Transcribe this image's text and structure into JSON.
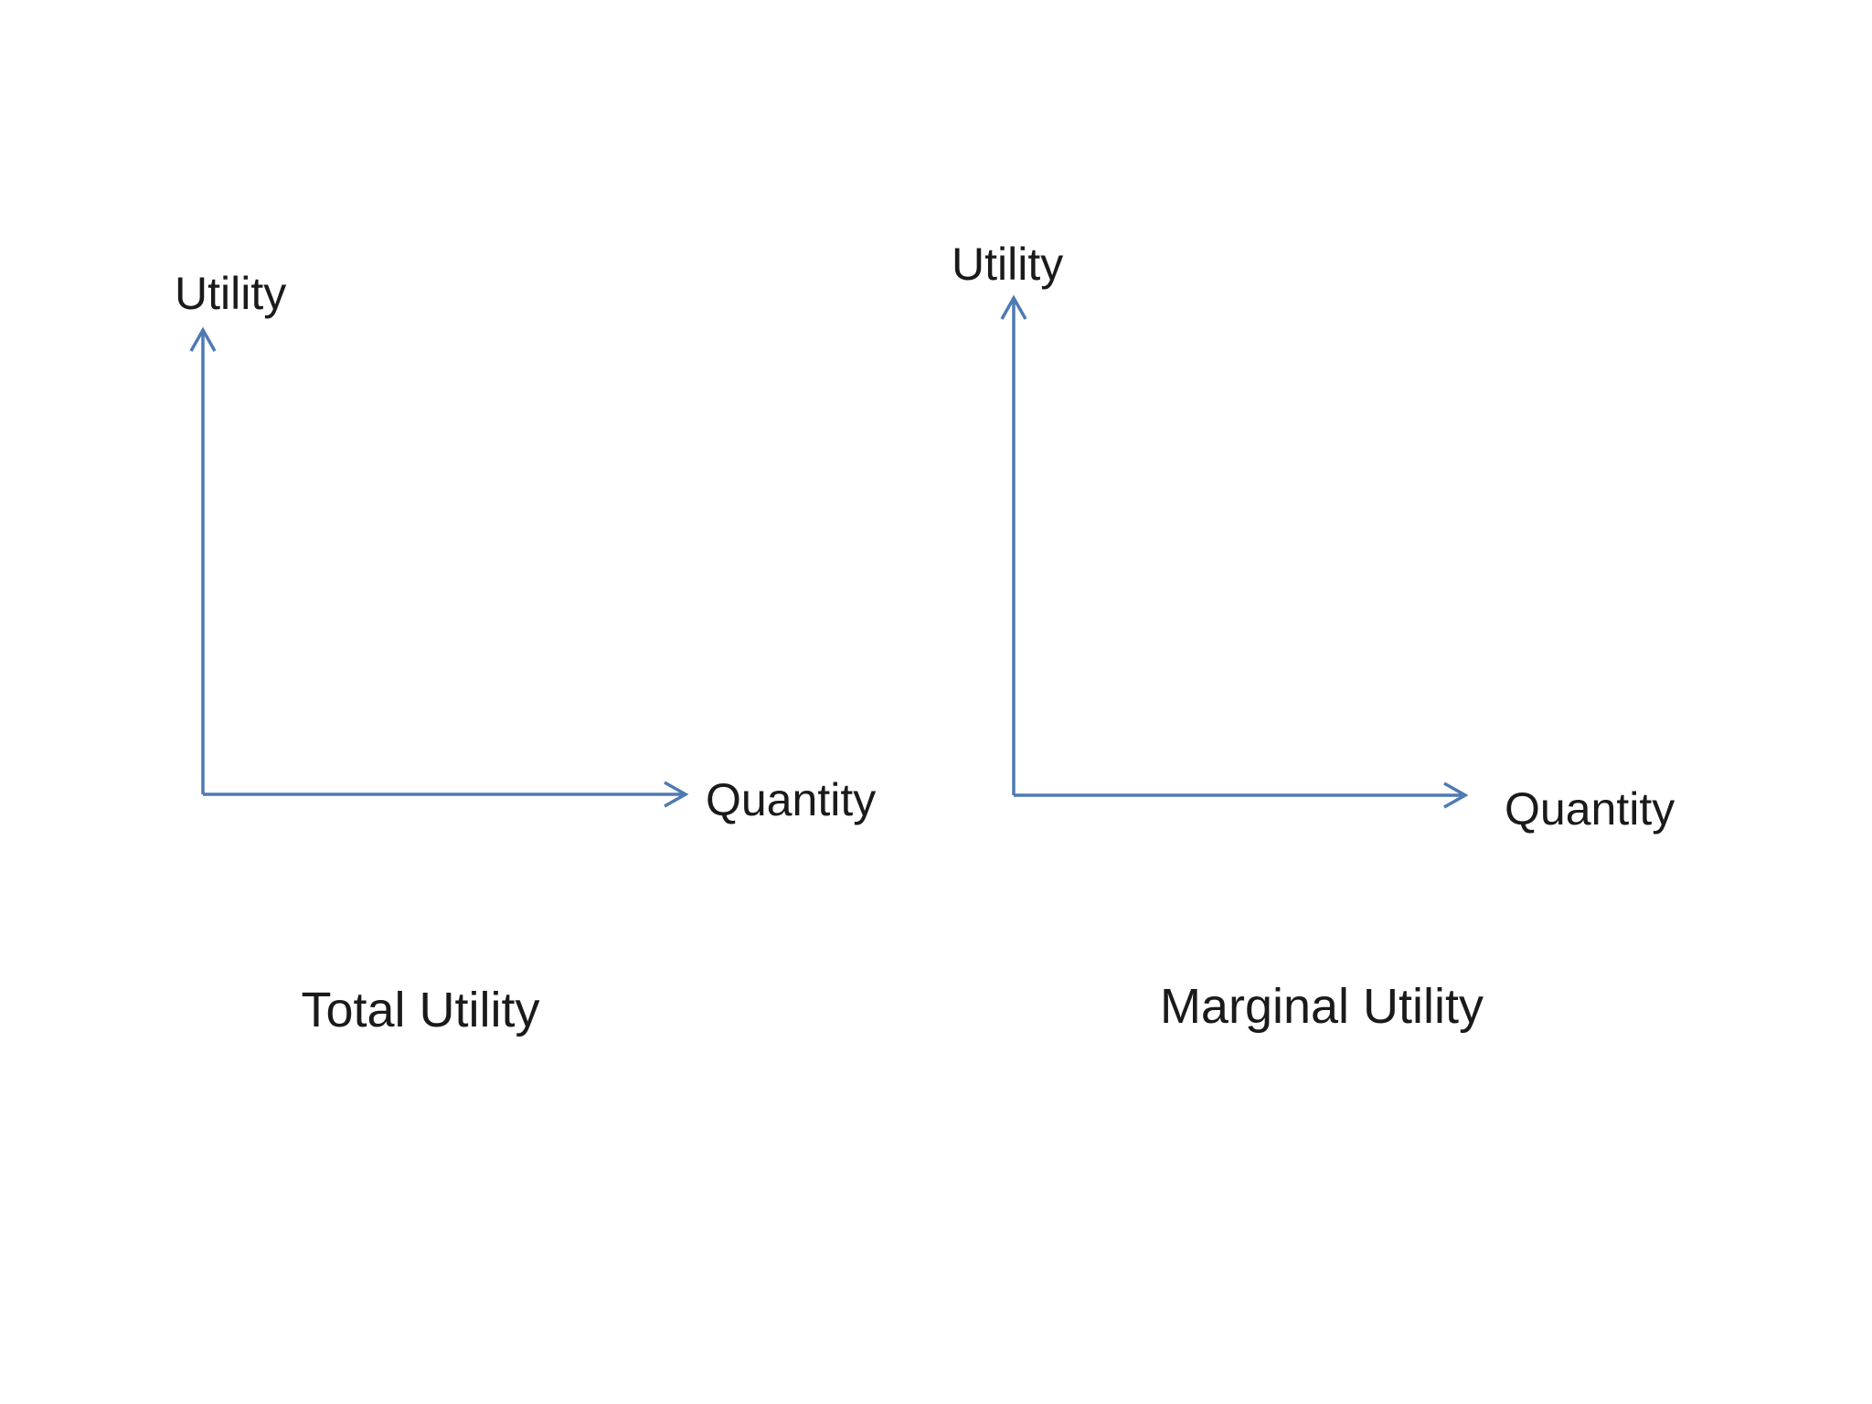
{
  "slide": {
    "background_color": "#ffffff",
    "accent_color": "#4e7ab3",
    "text_color": "#1a1a1a"
  },
  "charts": [
    {
      "caption": "Total Utility",
      "y_axis_label": "Utility",
      "x_axis_label": "Quantity"
    },
    {
      "caption": "Marginal Utility",
      "y_axis_label": "Utility",
      "x_axis_label": "Quantity"
    }
  ],
  "chart_data": [
    {
      "type": "line",
      "title": "Total Utility",
      "xlabel": "Quantity",
      "ylabel": "Utility",
      "series": [],
      "x": [],
      "axis_ranges": "unlabeled empty axes with arrowheads, no ticks, no gridlines, no plotted data",
      "legend": "none"
    },
    {
      "type": "line",
      "title": "Marginal Utility",
      "xlabel": "Quantity",
      "ylabel": "Utility",
      "series": [],
      "x": [],
      "axis_ranges": "unlabeled empty axes with arrowheads, no ticks, no gridlines, no plotted data",
      "legend": "none"
    }
  ]
}
